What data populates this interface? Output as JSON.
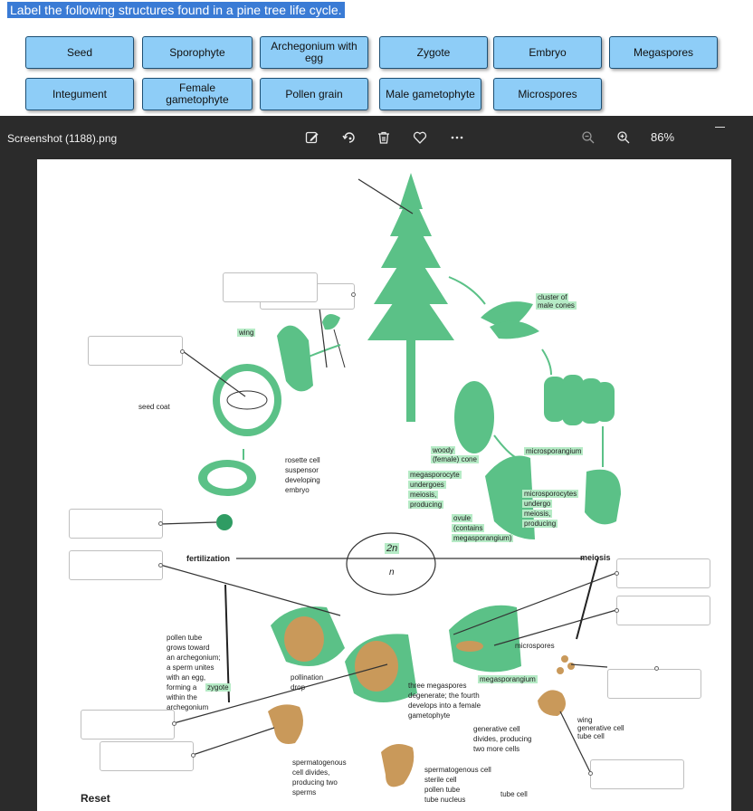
{
  "instruction": "Label the following structures found in a pine tree life cycle.",
  "label_bank": [
    "Seed",
    "Sporophyte",
    "Archegonium with egg",
    "Zygote",
    "Embryo",
    "Megaspores",
    "Integument",
    "Female gametophyte",
    "Pollen grain",
    "Male gametophyte",
    "Microspores"
  ],
  "viewer": {
    "filename": "Screenshot (1188).png",
    "zoom": "86%",
    "icons": [
      "edit-icon",
      "rotate-icon",
      "trash-icon",
      "heart-icon",
      "more-icon",
      "zoom-out-icon",
      "zoom-in-icon"
    ]
  },
  "diagram": {
    "labels": {
      "wing": "wing",
      "seed_coat": "seed coat",
      "rosette": "rosette cell",
      "suspensor": "suspensor",
      "developing": "developing",
      "embryo": "embryo",
      "cluster1": "cluster of",
      "cluster2": "male cones",
      "woody1": "woody",
      "woody2": "(female) cone",
      "mega1": "megasporocyte",
      "mega2": "undergoes",
      "mega3": "meiosis,",
      "mega4": "producing",
      "microsporangium": "microsporangium",
      "micro1": "microsporocytes",
      "micro2": "undergo",
      "micro3": "meiosis,",
      "micro4": "producing",
      "ovule1": "ovule",
      "ovule2": "(contains",
      "ovule3": "megasporangium)",
      "two_n": "2n",
      "n": "n",
      "fertilization": "fertilization",
      "meiosis": "meiosis",
      "pt1": "pollen tube",
      "pt2": "grows toward",
      "pt3": "an archegonium;",
      "pt4": "a sperm unites",
      "pt5": "with an egg,",
      "pt6": "forming a",
      "pt6b": "zygote",
      "pt7": "within the",
      "pt8": "archegonium",
      "poll1": "pollination",
      "poll2": "drop",
      "microspores": "microspores",
      "megasporangium": "megasporangium",
      "three1": "three megaspores",
      "three2": "degenerate; the fourth",
      "three3": "develops into a female",
      "three4": "gametophyte",
      "wing2": "wing",
      "gencell": "generative cell",
      "tubecell": "tube cell",
      "gd1": "generative cell",
      "gd2": "divides, producing",
      "gd3": "two more cells",
      "sp1": "spermatogenous",
      "sp2": "cell divides,",
      "sp3": "producing two",
      "sp4": "sperms",
      "s1": "spermatogenous cell",
      "s2": "sterile cell",
      "s3": "pollen tube",
      "s4": "tube nucleus",
      "s5": "tube cell"
    }
  },
  "reset_label": "Reset",
  "colors": {
    "chip": "#8ecdf7",
    "green": "#5bc187",
    "tan": "#c9995a"
  }
}
